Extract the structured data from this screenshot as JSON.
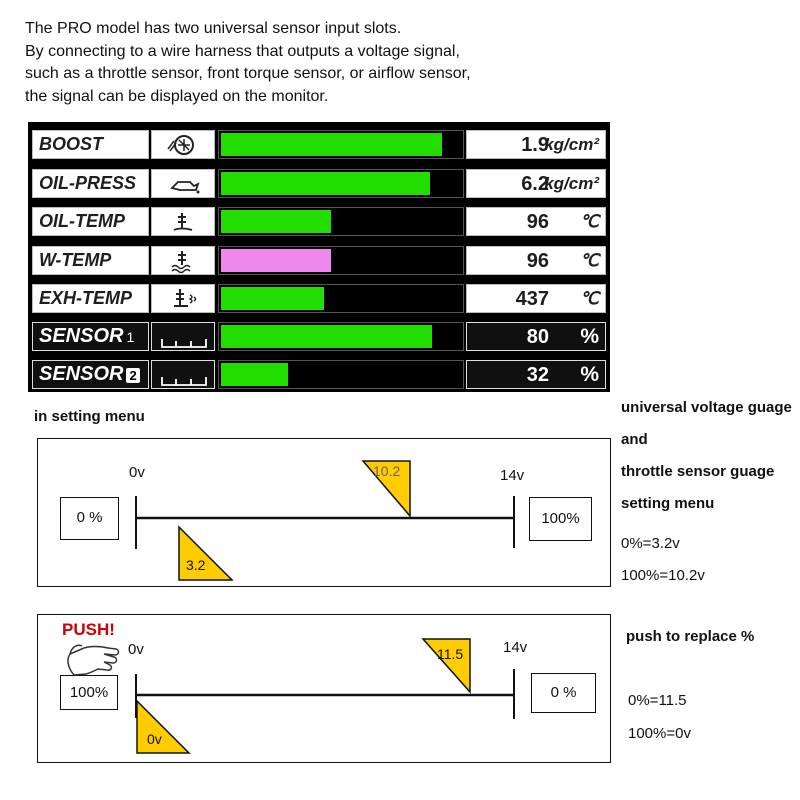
{
  "intro": {
    "lines": [
      "The PRO model has two universal sensor input slots.",
      "By connecting to a wire harness that outputs a voltage signal,",
      "such as a throttle sensor, front torque sensor, or airflow sensor,",
      "the signal can be displayed on the monitor."
    ]
  },
  "monitor": {
    "rows": [
      {
        "label": "BOOST",
        "label_num": "",
        "icon": "turbo-icon",
        "fill": 0.92,
        "color": "#22dd00",
        "value": "1.9",
        "unit": "kg/cm²",
        "dark": false
      },
      {
        "label": "OIL-PRESS",
        "label_num": "",
        "icon": "oil-can-icon",
        "fill": 0.87,
        "color": "#22dd00",
        "value": "6.2",
        "unit": "kg/cm²",
        "dark": false
      },
      {
        "label": "OIL-TEMP",
        "label_num": "",
        "icon": "oil-thermometer-icon",
        "fill": 0.46,
        "color": "#22dd00",
        "value": "96",
        "unit": "℃",
        "dark": false
      },
      {
        "label": "W-TEMP",
        "label_num": "",
        "icon": "coolant-thermometer-icon",
        "fill": 0.46,
        "color": "#ee88ee",
        "value": "96",
        "unit": "℃",
        "dark": false
      },
      {
        "label": "EXH-TEMP",
        "label_num": "",
        "icon": "exhaust-thermometer-icon",
        "fill": 0.43,
        "color": "#22dd00",
        "value": "437",
        "unit": "℃",
        "dark": false
      },
      {
        "label": "SENSOR",
        "label_num": "1",
        "icon": "sensor-connector-icon",
        "fill": 0.88,
        "color": "#22dd00",
        "value": "80",
        "unit": "%",
        "dark": true
      },
      {
        "label": "SENSOR",
        "label_num": "2",
        "icon": "sensor-connector-icon",
        "fill": 0.28,
        "color": "#22dd00",
        "value": "32",
        "unit": "%",
        "dark": true
      }
    ]
  },
  "sidebar": {
    "line1": "universal voltage guage",
    "line2": "and",
    "line3": "throttle sensor guage",
    "line4": "setting menu",
    "line5": "0%=3.2v",
    "line6": "100%=10.2v",
    "line7": "push to replace %",
    "line8": "0%=11.5",
    "line9": "100%=0v"
  },
  "setting_caption": "in setting menu",
  "panel1": {
    "left_volt": "0v",
    "right_volt": "14v",
    "left_box": "0  %",
    "right_box": "100%",
    "marker_top": "10.2",
    "marker_bottom": "3.2"
  },
  "panel2": {
    "push": "PUSH!",
    "left_volt": "0v",
    "right_volt": "14v",
    "left_box": "100%",
    "right_box": "0  %",
    "marker_top": "11.5",
    "marker_bottom": "0v"
  },
  "colors": {
    "green": "#22dd00",
    "pink": "#ee88ee",
    "marker": "#ffcc00",
    "push": "#cc0000"
  }
}
